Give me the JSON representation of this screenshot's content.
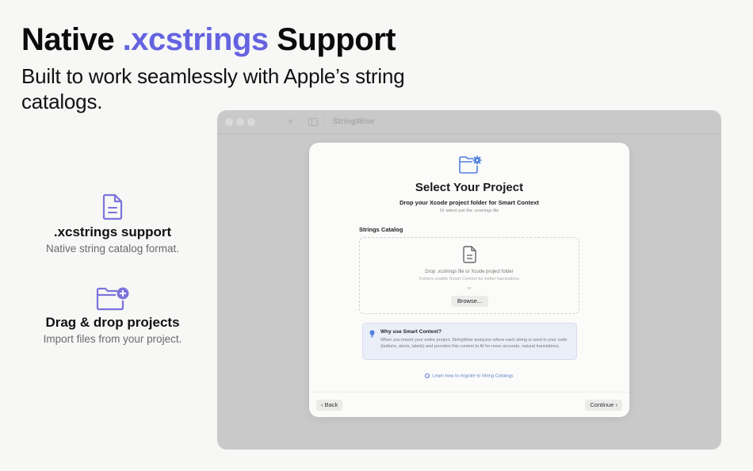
{
  "hero": {
    "headline_pre": "Native ",
    "headline_accent": ".xcstrings",
    "headline_post": " Support",
    "subhead": "Built to work seamlessly with Apple’s string catalogs.",
    "accent_color": "#6563e0"
  },
  "features": [
    {
      "icon": "document-icon",
      "title": ".xcstrings support",
      "description": "Native string catalog format."
    },
    {
      "icon": "folder-plus-icon",
      "title": "Drag & drop projects",
      "description": "Import files from your project."
    }
  ],
  "window": {
    "title": "StringWise",
    "toolbar": {
      "add": "+",
      "sidebar_toggle": "sidebar-icon"
    }
  },
  "dialog": {
    "icon": "folder-gear-icon",
    "title": "Select Your Project",
    "subtitle": "Drop your Xcode project folder for Smart Context",
    "subtitle_secondary": "Or select just the .xcstrings file",
    "section_label": "Strings Catalog",
    "dropzone": {
      "icon": "document-icon",
      "primary": "Drop .xcstrings file or Xcode project folder",
      "secondary": "Folders enable Smart Context for better translations",
      "or": "or",
      "browse_label": "Browse..."
    },
    "info": {
      "icon": "lightbulb-icon",
      "title": "Why use Smart Context?",
      "text": "When you import your entire project, StringWise analyzes where each string is used in your code (buttons, alerts, labels) and provides this context to AI for more accurate, natural translations."
    },
    "learn_link": "Learn how to migrate to String Catalogs",
    "back_label": "Back",
    "continue_label": "Continue"
  }
}
